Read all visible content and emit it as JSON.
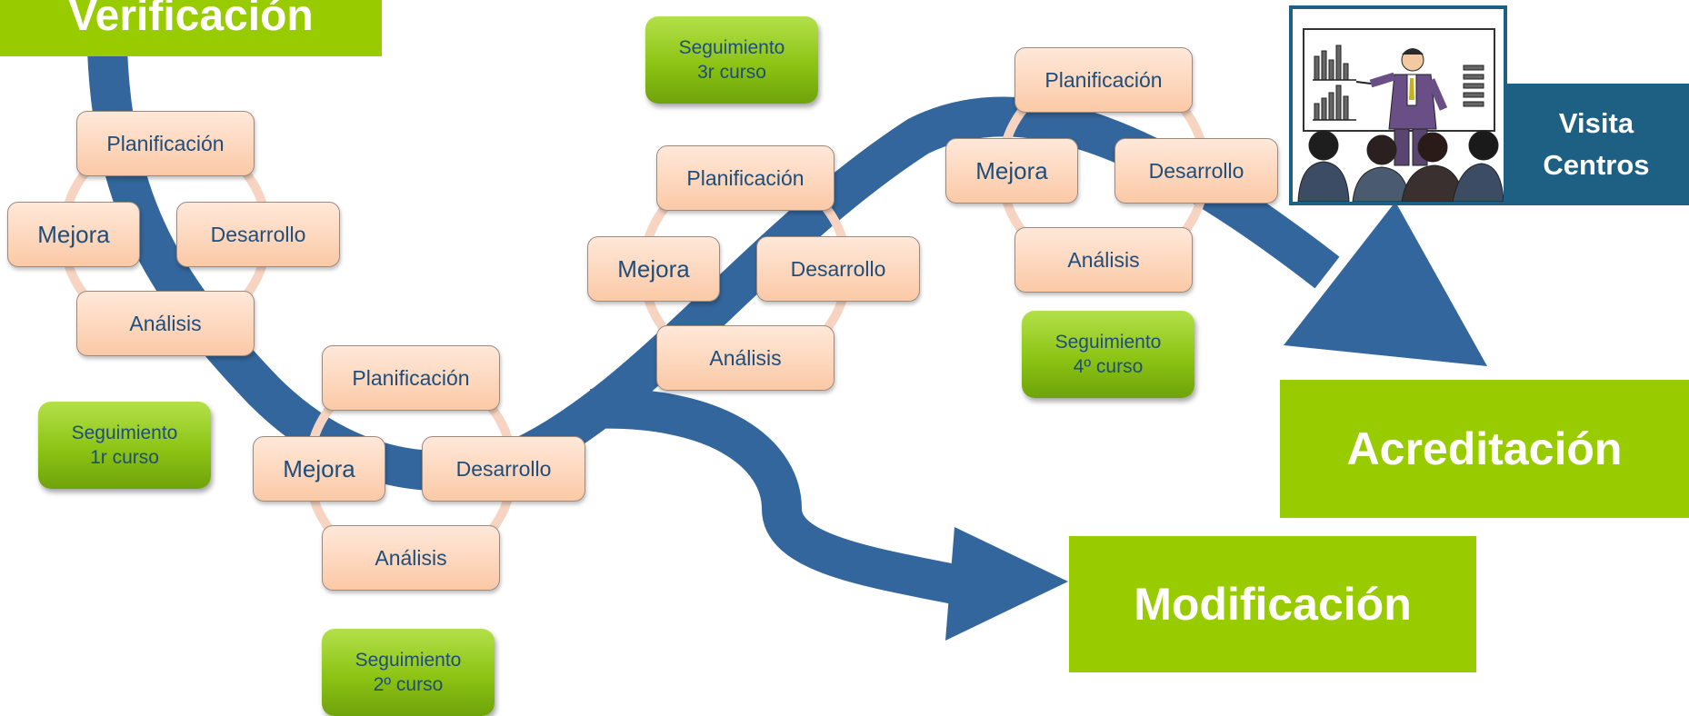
{
  "colors": {
    "arrow": "#33669c",
    "green": "#99cc00",
    "node_text": "#1f4d7a",
    "node_fill": "#fbc9a6",
    "panel": "#1e5f84"
  },
  "titles": {
    "verificacion": "Verificación",
    "acreditacion": "Acreditación",
    "modificacion": "Modificación"
  },
  "visita": {
    "line1": "Visita",
    "line2": "Centros",
    "icon": "presentation-illustration"
  },
  "cycle": {
    "planificacion": "Planificación",
    "mejora": "Mejora",
    "desarrollo": "Desarrollo",
    "analisis": "Análisis"
  },
  "seguimiento": [
    {
      "line1": "Seguimiento",
      "line2": "1r curso"
    },
    {
      "line1": "Seguimiento",
      "line2": "2º curso"
    },
    {
      "line1": "Seguimiento",
      "line2": "3r curso"
    },
    {
      "line1": "Seguimiento",
      "line2": "4º curso"
    }
  ]
}
